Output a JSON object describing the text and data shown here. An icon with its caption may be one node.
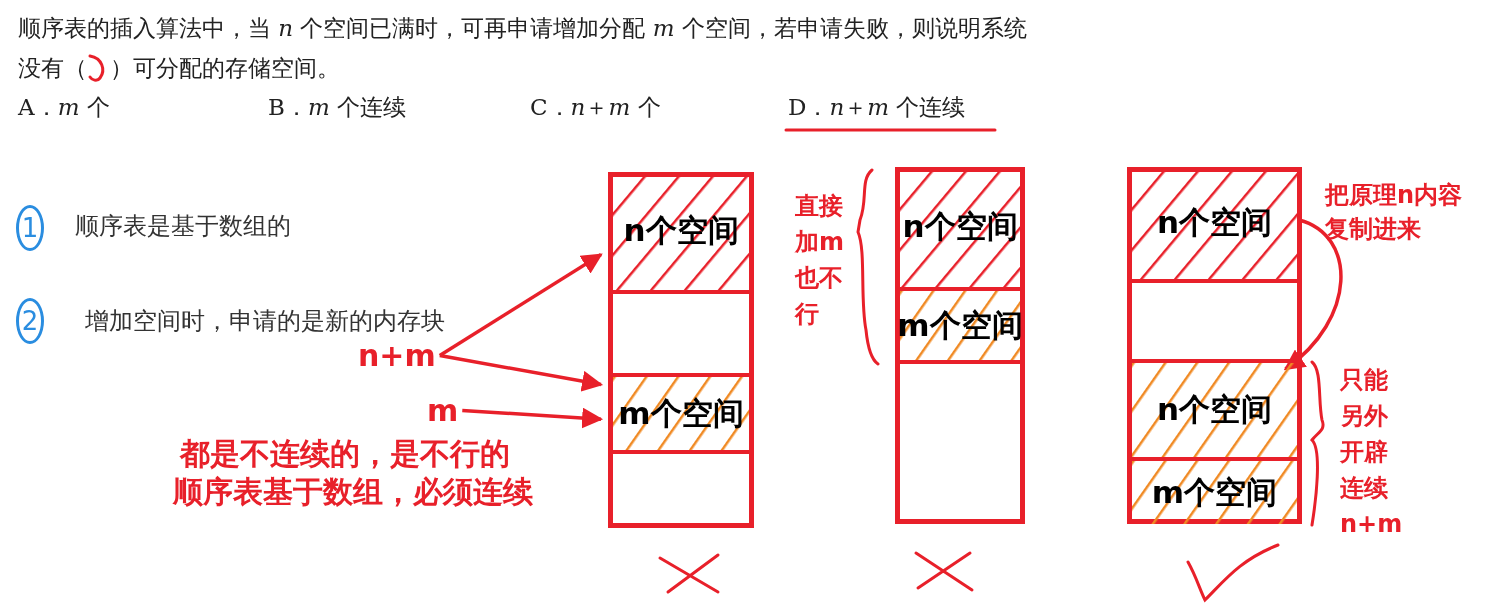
{
  "diagram": {
    "nodes": [
      {
        "text": [],
        "shape": "box"
      },
      {
        "text": [
          "n个空间"
        ],
        "in": 0
      },
      {
        "text": [],
        "shape": "box",
        "in": 0
      },
      {
        "text": [
          "m个空间"
        ],
        "in": 0
      },
      {
        "text": [],
        "shape": "box",
        "in": 0
      },
      {
        "text": [],
        "shape": "box"
      },
      {
        "text": [
          "n个空间"
        ],
        "in": 5
      },
      {
        "text": [
          "m个空间"
        ],
        "in": 5
      },
      {
        "text": [],
        "shape": "box",
        "in": 5
      },
      {
        "text": [],
        "shape": "box"
      },
      {
        "text": [
          "n个空间"
        ],
        "in": 9
      },
      {
        "text": [],
        "shape": "box",
        "in": 9
      },
      {
        "text": [
          "n个空间"
        ],
        "in": 9
      },
      {
        "text": [
          "m个空间"
        ],
        "in": 9
      },
      {
        "text": [
          "n+m"
        ]
      },
      {
        "text": [
          "m"
        ]
      }
    ],
    "edges": [
      {
        "from": 14,
        "to": 1,
        "arrow": "to"
      },
      {
        "from": 14,
        "to": 3,
        "arrow": "to"
      },
      {
        "from": 15,
        "to": 3,
        "arrow": "to"
      },
      {
        "from": 10,
        "to": 12,
        "arrow": "to"
      }
    ],
    "labels": [
      "顺序表的插入算法中，当 *n* 个空间已满时，可再申请增加分配 *m* 个空间，若申请失败，则说明系统没有（　）可分配的存储空间。",
      "A．*m* 个",
      "B．*m* 个连续",
      "C．*n*＋*m* 个",
      "D．*n*＋*m* 个连续",
      "1",
      "顺序表是基于数组的",
      "2",
      "增加空间时，申请的是新的内存块",
      "都是不连续的，是不行的",
      "顺序表基于数组，必须连续",
      "直接加m也不行",
      "把原理n内容复制进来",
      "只能另外开辟连续n+m"
    ]
  }
}
